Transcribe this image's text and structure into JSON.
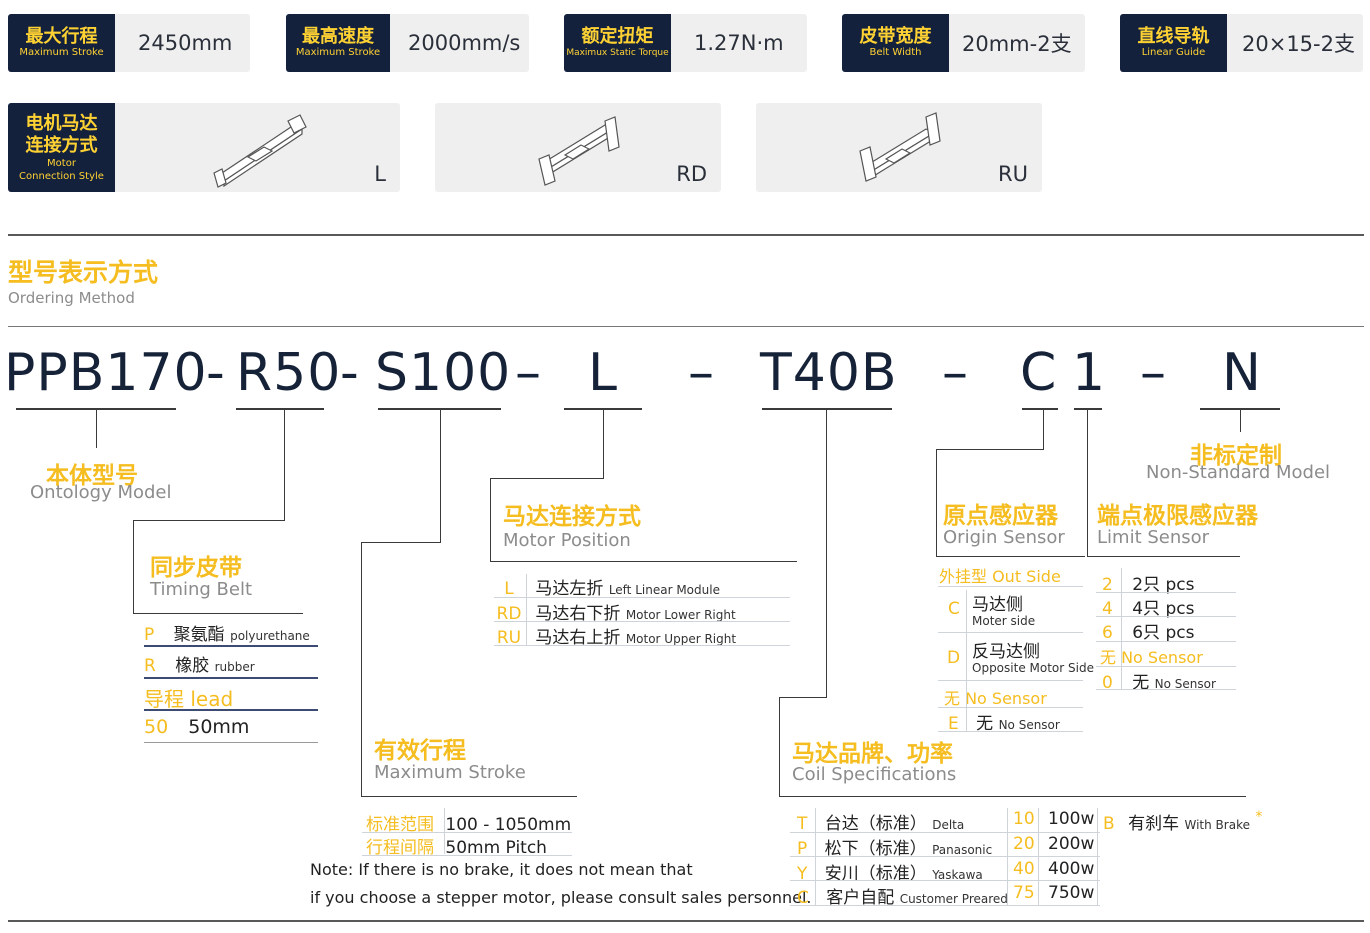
{
  "specs": [
    {
      "cn": "最大行程",
      "en": "Maximum Stroke",
      "value": "2450mm"
    },
    {
      "cn": "最高速度",
      "en": "Maximum Stroke",
      "value": "2000mm/s"
    },
    {
      "cn": "额定扭矩",
      "en": "Maximux Static Torque",
      "value": "1.27N·m"
    },
    {
      "cn": "皮带宽度",
      "en": "Belt Width",
      "value": "20mm-2支"
    },
    {
      "cn": "直线导轨",
      "en": "Linear Guide",
      "value": "20×15-2支"
    }
  ],
  "motor_style": {
    "cn1": "电机马达",
    "cn2": "连接方式",
    "en1": "Motor",
    "en2": "Connection Style",
    "options": [
      "L",
      "RD",
      "RU"
    ]
  },
  "ordering": {
    "cn": "型号表示方式",
    "en": "Ordering Method"
  },
  "model": {
    "p1": "PPB170",
    "d1": "-",
    "p2": "R50",
    "d2": "-",
    "p3": "S100",
    "d3": "–",
    "p4": "L",
    "d4": "–",
    "p5": "T40B",
    "d5": "–",
    "p6a": "C",
    "p6b": "1",
    "d6": "–",
    "p7": "N"
  },
  "ontology": {
    "cn": "本体型号",
    "en": "Ontology Model"
  },
  "timing_belt": {
    "cn": "同步皮带",
    "en": "Timing Belt",
    "rows": [
      {
        "code": "P",
        "cn": "聚氨酯",
        "en": "polyurethane"
      },
      {
        "code": "R",
        "cn": "橡胶",
        "en": "rubber"
      }
    ],
    "lead_label": "导程 lead",
    "lead_code": "50",
    "lead_value": "50mm"
  },
  "stroke": {
    "cn": "有效行程",
    "en": "Maximum Stroke",
    "rows": [
      {
        "k": "标准范围",
        "v": "100 - 1050mm"
      },
      {
        "k": "行程间隔",
        "v": "50mm Pitch"
      }
    ]
  },
  "note": {
    "l1": "Note: If there is no brake, it does not mean that",
    "l2": "if you choose a stepper motor, please consult sales personnel."
  },
  "motor_pos": {
    "cn": "马达连接方式",
    "en": "Motor Position",
    "rows": [
      {
        "code": "L",
        "cn": "马达左折",
        "en": "Left Linear Module"
      },
      {
        "code": "RD",
        "cn": "马达右下折",
        "en": "Motor Lower Right"
      },
      {
        "code": "RU",
        "cn": "马达右上折",
        "en": "Motor Upper Right"
      }
    ]
  },
  "coil": {
    "cn": "马达品牌、功率",
    "en": "Coil Specifications",
    "brands": [
      {
        "code": "T",
        "cn": "台达（标准）",
        "en": "Delta"
      },
      {
        "code": "P",
        "cn": "松下（标准）",
        "en": "Panasonic"
      },
      {
        "code": "Y",
        "cn": "安川（标准）",
        "en": "Yaskawa"
      },
      {
        "code": "C",
        "cn": "客户自配",
        "en": "Customer Preared"
      }
    ],
    "powers": [
      {
        "code": "10",
        "v": "100w"
      },
      {
        "code": "20",
        "v": "200w"
      },
      {
        "code": "40",
        "v": "400w"
      },
      {
        "code": "75",
        "v": "750w"
      }
    ],
    "brake": {
      "code": "B",
      "cn": "有刹车",
      "en": "With Brake",
      "mark": "*"
    }
  },
  "origin": {
    "cn": "原点感应器",
    "en": "Origin Sensor",
    "out_side": "外挂型 Out Side",
    "c_code": "C",
    "c_cn": "马达侧",
    "c_en": "Moter side",
    "d_code": "D",
    "d_cn": "反马达侧",
    "d_en": "Opposite Motor Side",
    "none": "无 No Sensor",
    "e_code": "E",
    "e_cn": "无",
    "e_en": "No Sensor"
  },
  "limit": {
    "cn": "端点极限感应器",
    "en": "Limit Sensor",
    "rows": [
      {
        "code": "2",
        "v": "2只 pcs"
      },
      {
        "code": "4",
        "v": "4只 pcs"
      },
      {
        "code": "6",
        "v": "6只 pcs"
      }
    ],
    "none": "无 No Sensor",
    "z_code": "0",
    "z_cn": "无",
    "z_en": "No Sensor"
  },
  "nonstd": {
    "cn": "非标定制",
    "en": "Non-Standard Model"
  }
}
